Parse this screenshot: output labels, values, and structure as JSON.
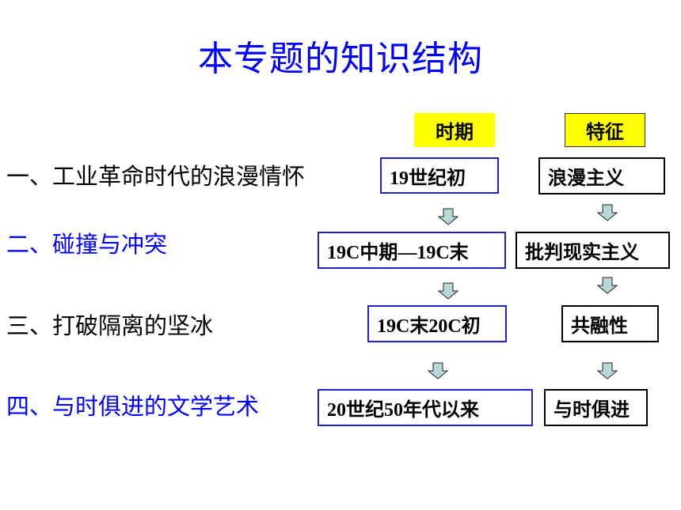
{
  "title": "本专题的知识结构",
  "headers": {
    "period": "时期",
    "feature": "特征"
  },
  "topics": [
    "一、工业革命时代的浪漫情怀",
    "二、碰撞与冲突",
    "三、打破隔离的坚冰",
    "四、与时俱进的文学艺术"
  ],
  "periods": [
    "19世纪初",
    "19C中期—19C末",
    "19C末20C初",
    "20世纪50年代以来"
  ],
  "features": [
    "浪漫主义",
    "批判现实主义",
    "共融性",
    "与时俱进"
  ],
  "icons": {
    "arrow": "down-arrow-icon"
  },
  "colors": {
    "title": "#0000ff",
    "header_bg": "#ffff00",
    "period_border": "#2020cc",
    "arrow_fill": "#b8d8d8"
  }
}
